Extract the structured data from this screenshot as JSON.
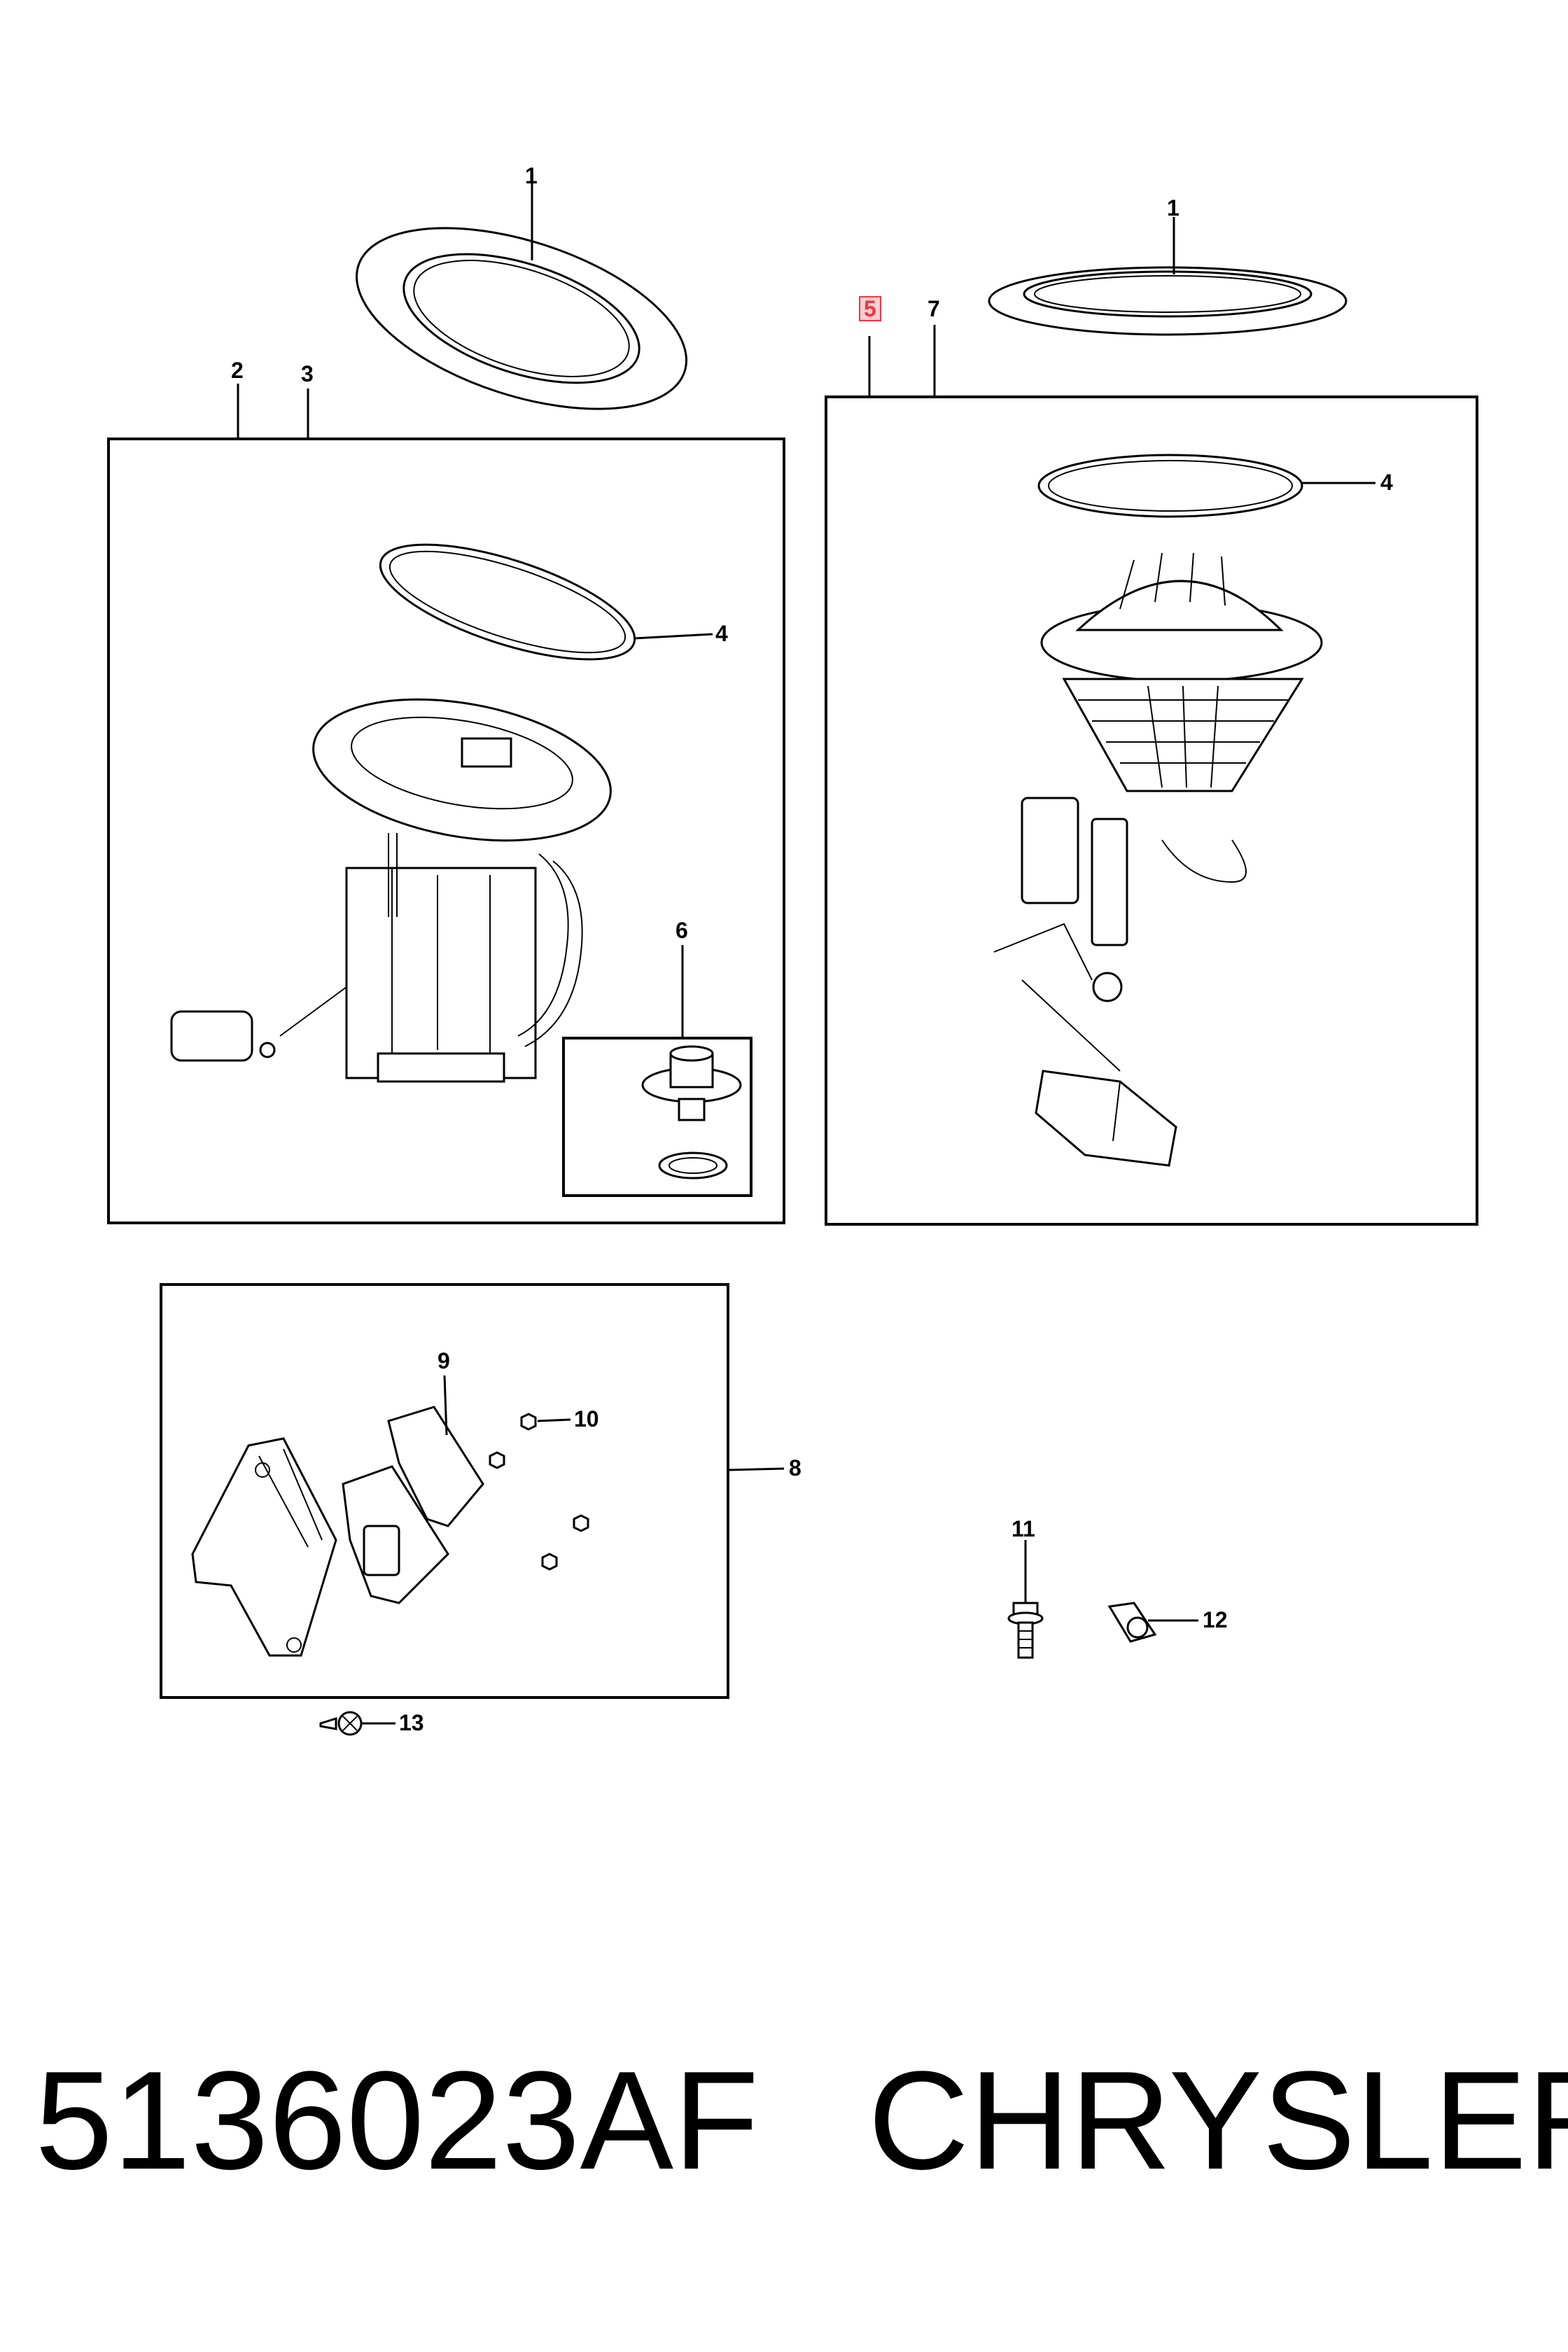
{
  "callouts": {
    "c1_left": "1",
    "c1_right": "1",
    "c2": "2",
    "c3": "3",
    "c4_left": "4",
    "c4_right": "4",
    "c5": "5",
    "c6": "6",
    "c7": "7",
    "c8": "8",
    "c9": "9",
    "c10": "10",
    "c11": "11",
    "c12": "12",
    "c13": "13"
  },
  "caption": {
    "part_number": "5136023AF",
    "brand": "CHRYSLER"
  },
  "colors": {
    "highlight": "#e63946",
    "line": "#000000"
  }
}
